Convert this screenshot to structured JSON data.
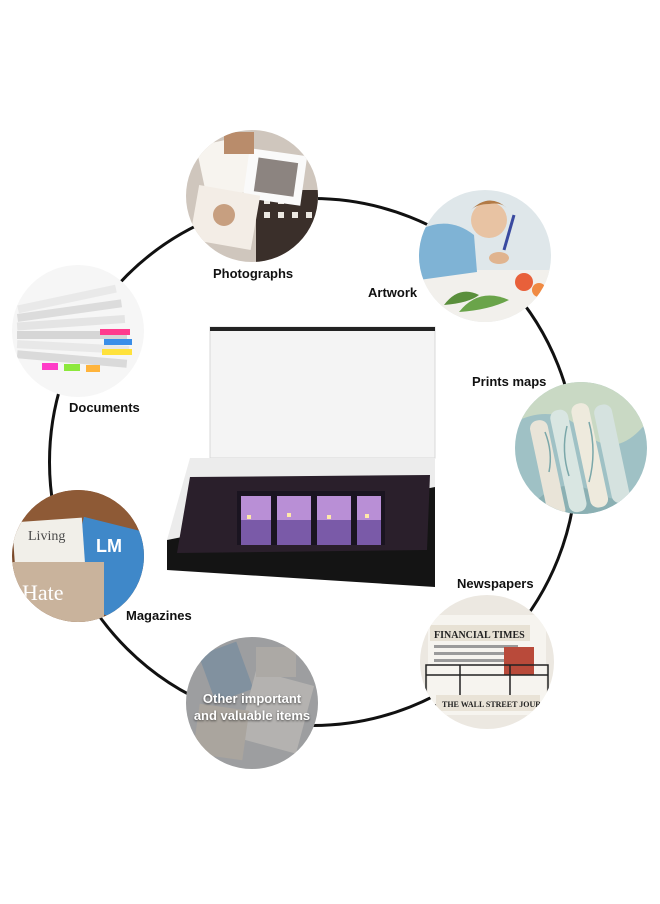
{
  "categories": {
    "photographs": {
      "label": "Photographs",
      "icon": "photographs-collage"
    },
    "artwork": {
      "label": "Artwork",
      "icon": "child-painting"
    },
    "documents": {
      "label": "Documents",
      "icon": "paper-stack"
    },
    "prints_maps": {
      "label": "Prints maps",
      "icon": "rolled-maps"
    },
    "magazines": {
      "label": "Magazines",
      "icon": "magazine-pile"
    },
    "newspapers": {
      "label": "Newspapers",
      "icon": "newspaper-rack"
    },
    "other": {
      "line1": "Other important",
      "line2": "and valuable items",
      "icon": "misc-items"
    }
  },
  "photo_text": {
    "magazine_title_1": "Living",
    "magazine_title_2": "Hate",
    "magazine_title_3": "LM",
    "newspaper_1": "FINANCIAL TIMES",
    "newspaper_2": "THE WALL STREET JOURNAL"
  },
  "colors": {
    "ring": "#111111",
    "box_exterior": "#111111",
    "box_interior": "#f4f4f4",
    "photo_sky": "#b98fd6"
  }
}
